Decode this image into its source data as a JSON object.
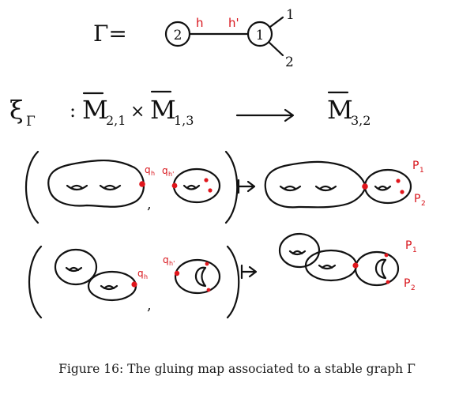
{
  "graph": {
    "name": "Γ=",
    "vertex_left": "2",
    "vertex_right": "1",
    "half_edge_left": "h",
    "half_edge_right": "h'",
    "leg_1": "1",
    "leg_2": "2"
  },
  "map": {
    "symbol": "ξ",
    "subscript": "Γ",
    "colon": ":",
    "space_1": "M",
    "space_1_sub": "2,1",
    "times": "×",
    "space_2": "M",
    "space_2_sub": "1,3",
    "target": "M",
    "target_sub": "3,2"
  },
  "labels": {
    "qh": "q",
    "qh_sub": "h",
    "qhp": "q",
    "qhp_sub": "h'",
    "p1": "P",
    "p1_sub": "1",
    "p2": "P",
    "p2_sub": "2",
    "comma": ","
  },
  "caption": "Figure 16: The gluing map associated to a stable graph Γ",
  "colors": {
    "ink": "#111111",
    "marked_points": "#e0161c"
  }
}
